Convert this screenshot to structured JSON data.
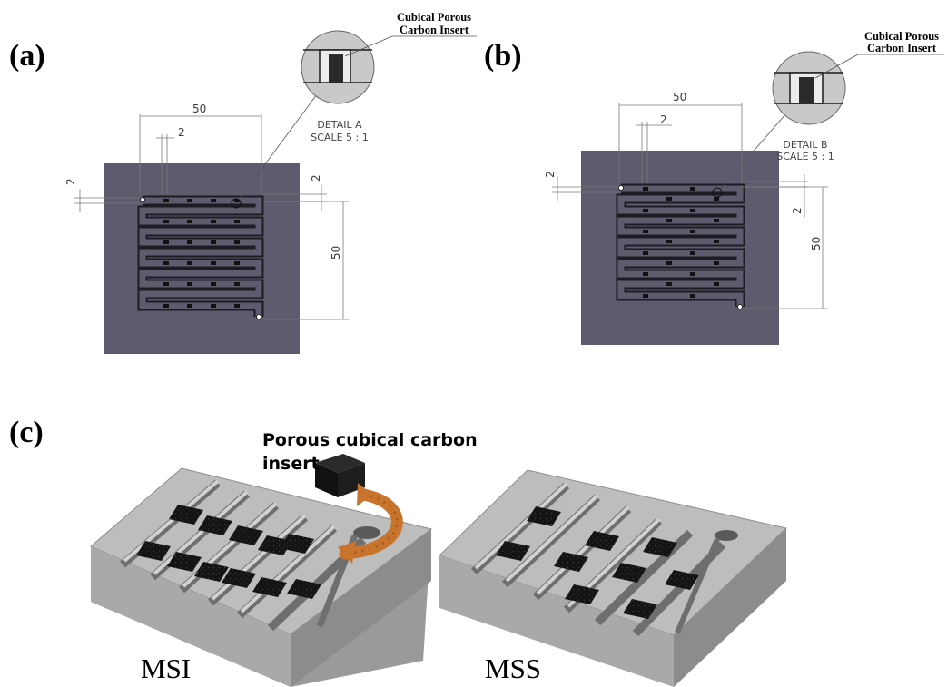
{
  "panels": {
    "a": {
      "label": "(a)",
      "callout_line1": "Cubical Porous",
      "callout_line2": "Carbon Insert",
      "detail_title": "DETAIL A",
      "detail_scale": "SCALE 5 : 1",
      "dim_width": "50",
      "dim_channel": "2",
      "dim_left": "2",
      "dim_right": "2",
      "dim_height": "50"
    },
    "b": {
      "label": "(b)",
      "callout_line1": "Cubical Porous",
      "callout_line2": "Carbon Insert",
      "detail_title": "DETAIL B",
      "detail_scale": "SCALE 5 : 1",
      "dim_width": "50",
      "dim_channel": "2",
      "dim_left": "2",
      "dim_right": "2",
      "dim_height": "50"
    },
    "c": {
      "label": "(c)",
      "insert_line1": "Porous cubical carbon",
      "insert_line2": "insert",
      "caption_left": "MSI",
      "caption_right": "MSS"
    }
  }
}
